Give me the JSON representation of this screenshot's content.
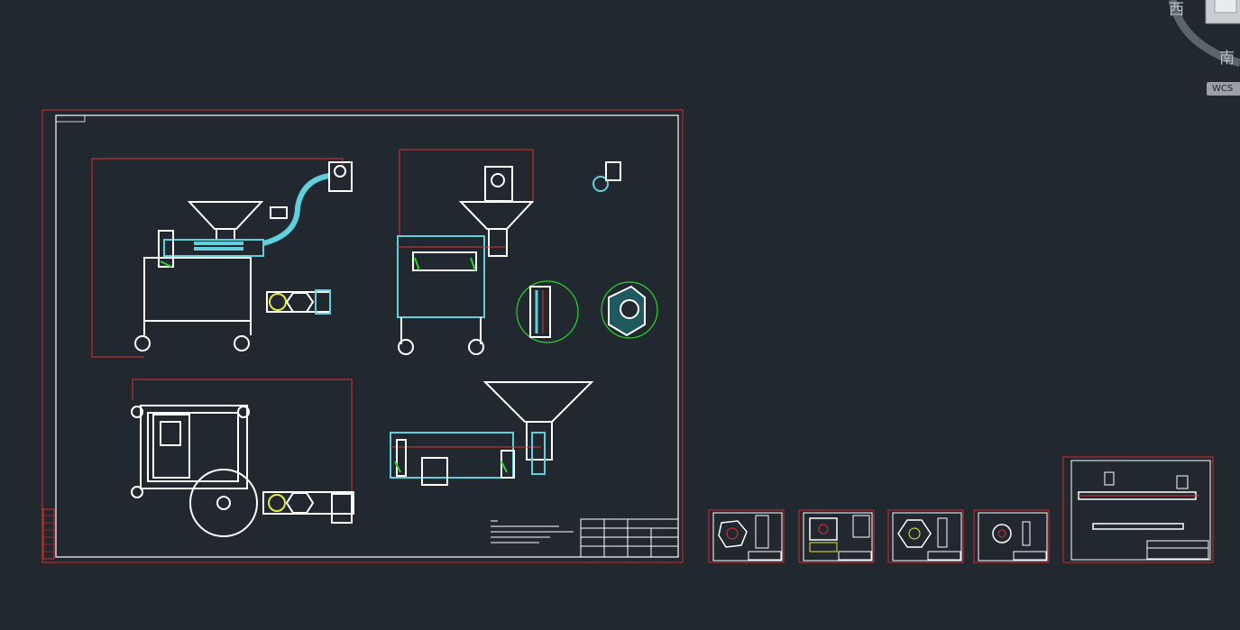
{
  "viewcube": {
    "west_label": "西",
    "south_label": "南",
    "wcs_label": "WCS"
  },
  "colors": {
    "background": "#212830",
    "sheet_border": "#d42a2a",
    "lines": "#ffffff",
    "hatch": "#5fd0dc",
    "centerline": "#e03030",
    "detail_circle": "#2bd32b",
    "highlight": "#e8e840"
  }
}
